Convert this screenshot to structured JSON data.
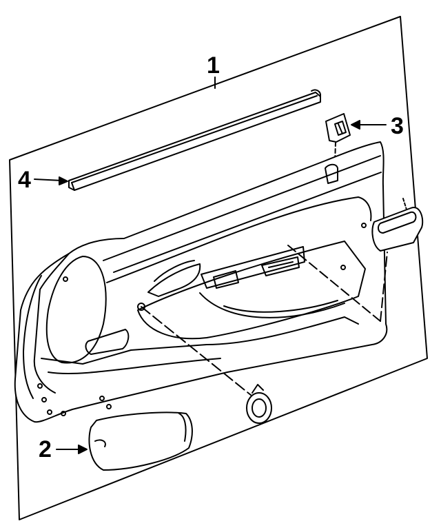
{
  "callouts": {
    "c1": "1",
    "c2": "2",
    "c3": "3",
    "c4": "4"
  },
  "parts": {
    "1": "door-trim-panel",
    "2": "armrest-cover",
    "3": "switch-bezel",
    "4": "belt-weatherstrip"
  },
  "colors": {
    "line": "#000000",
    "background": "#ffffff"
  }
}
